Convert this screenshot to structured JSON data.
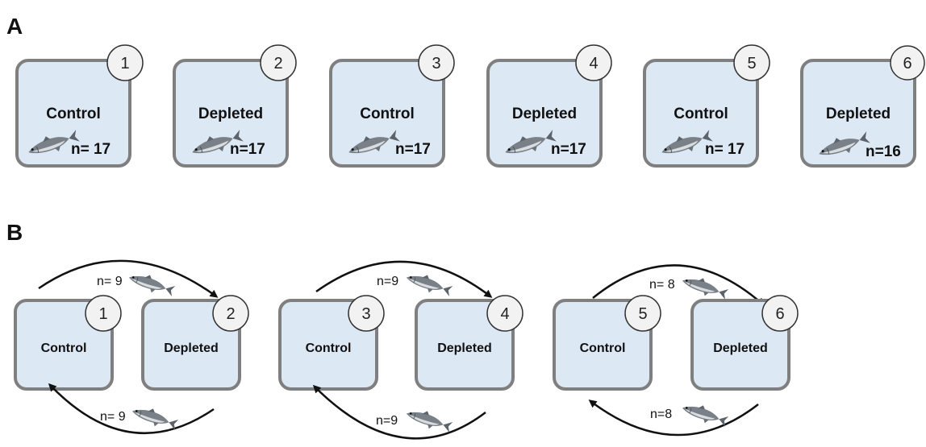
{
  "panelA": {
    "letter": "A",
    "tanks": [
      {
        "number": "1",
        "label": "Control",
        "count": "n= 17"
      },
      {
        "number": "2",
        "label": "Depleted",
        "count": "n=17"
      },
      {
        "number": "3",
        "label": "Control",
        "count": "n=17"
      },
      {
        "number": "4",
        "label": "Depleted",
        "count": "n=17"
      },
      {
        "number": "5",
        "label": "Control",
        "count": "n= 17"
      },
      {
        "number": "6",
        "label": "Depleted",
        "count": "n=16"
      }
    ]
  },
  "panelB": {
    "letter": "B",
    "pairs": [
      {
        "left": {
          "number": "1",
          "label": "Control"
        },
        "right": {
          "number": "2",
          "label": "Depleted"
        },
        "topCount": "n= 9",
        "bottomCount": "n= 9"
      },
      {
        "left": {
          "number": "3",
          "label": "Control"
        },
        "right": {
          "number": "4",
          "label": "Depleted"
        },
        "topCount": "n=9",
        "bottomCount": "n=9"
      },
      {
        "left": {
          "number": "5",
          "label": "Control"
        },
        "right": {
          "number": "6",
          "label": "Depleted"
        },
        "topCount": "n= 8",
        "bottomCount": "n=8"
      }
    ]
  },
  "colors": {
    "tankFill": "#dde8f5",
    "tankStroke": "#7f7f7f",
    "circleFill": "#f2f2f2",
    "arrow": "#111111"
  }
}
